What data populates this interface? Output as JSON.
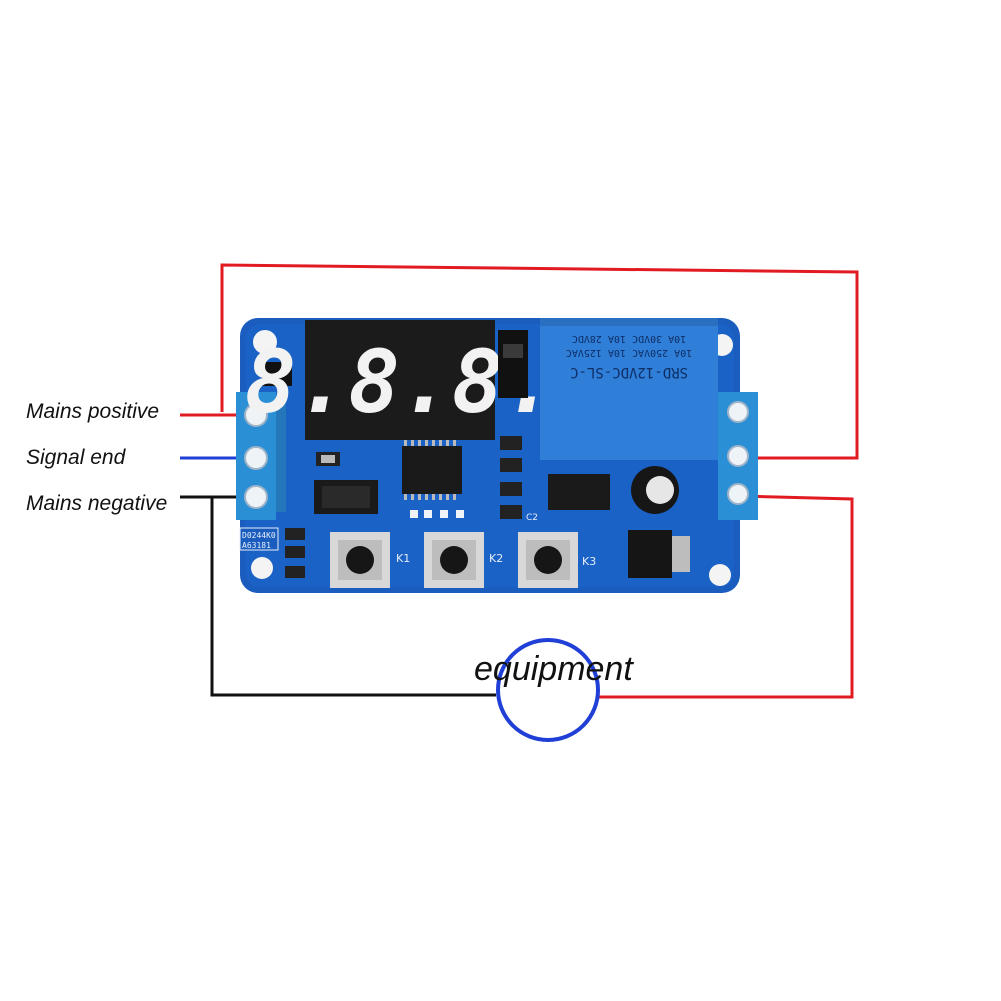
{
  "labels": {
    "mains_positive": "Mains positive",
    "signal_end": "Signal end",
    "mains_negative": "Mains negative",
    "equipment": "equipment"
  },
  "board": {
    "display_digits": "8.8.8.",
    "relay_text": [
      "SRD-12VDC-SL-C",
      "10A 250VAC 10A 125VAC",
      "10A 30VDC 10A 28VDC"
    ],
    "buttons": [
      "K1",
      "K2",
      "K3"
    ],
    "ic_marks": [
      "D0244K0",
      "A63181"
    ],
    "cap_mark": "C2"
  },
  "colors": {
    "wire_positive": "#e21b23",
    "wire_signal": "#1f3fd6",
    "wire_negative": "#111111",
    "equipment_circle": "#1f3fd6",
    "pcb": "#1a5dbf",
    "terminal": "#2b8fd6",
    "relay": "#2f7fd8"
  }
}
